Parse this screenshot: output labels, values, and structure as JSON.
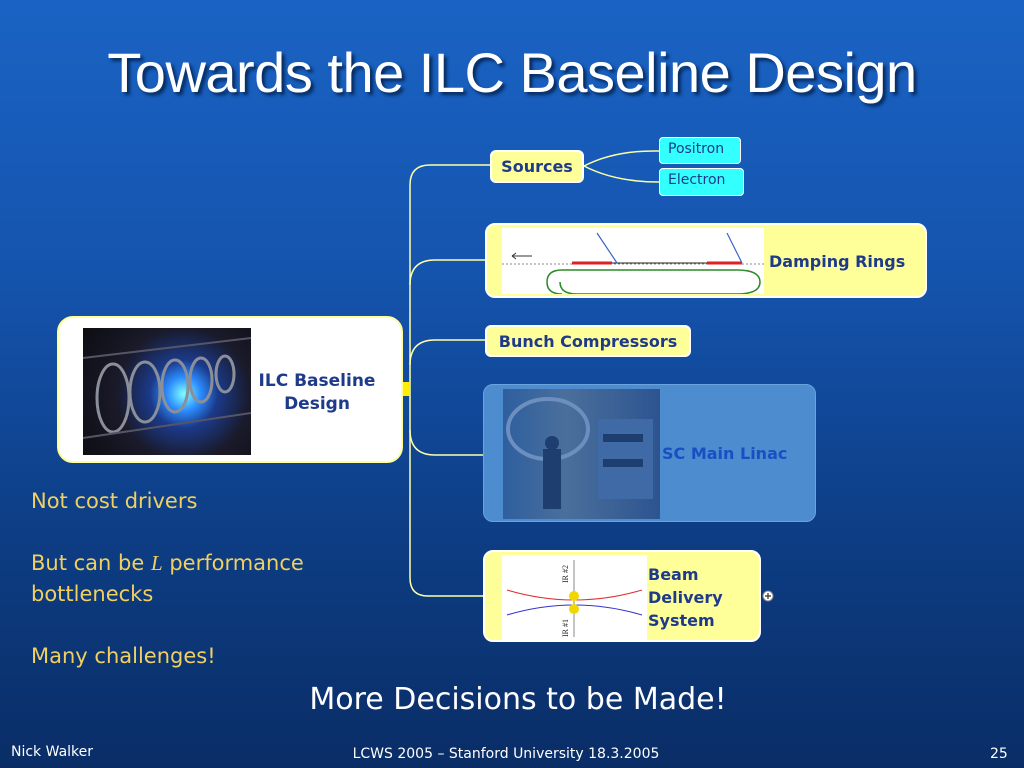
{
  "slide": {
    "title": "Towards the ILC Baseline Design",
    "conclusion": "More Decisions to be Made!"
  },
  "root_node": {
    "label_line1": "ILC Baseline",
    "label_line2": "Design"
  },
  "branches": {
    "sources": "Sources",
    "positron": "Positron",
    "electron": "Electron",
    "damping_rings": "Damping Rings",
    "bunch_compressors": "Bunch Compressors",
    "main_linac": "SC Main Linac",
    "bds_line1": "Beam",
    "bds_line2": "Delivery",
    "bds_line3": "System"
  },
  "notes": {
    "line1": "Not cost drivers",
    "line2_pre": "But can be ",
    "line2_symbol": "L",
    "line2_post": " performance",
    "line3": "bottlenecks",
    "line4": "Many challenges!"
  },
  "footer": {
    "author": "Nick Walker",
    "event": "LCWS 2005 – Stanford University 18.3.2005",
    "page": "25"
  },
  "colors": {
    "node_fill": "#ffff99",
    "connector": "#ffffaa",
    "accent_cyan": "#33ffff",
    "note_text": "#f0d060"
  }
}
